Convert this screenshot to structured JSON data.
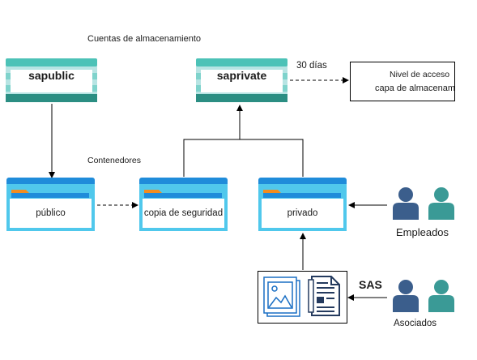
{
  "title": "Cuentas de almacenamiento",
  "containers_heading": "Contenedores",
  "storage_accounts": [
    {
      "name": "sapublic"
    },
    {
      "name": "saprivate"
    }
  ],
  "retention_label": "30 días",
  "access_tier": {
    "line1": "Nivel de acceso",
    "line2": "capa de almacenamiento"
  },
  "containers": [
    {
      "name": "público"
    },
    {
      "name": "copia de seguridad"
    },
    {
      "name": "privado"
    }
  ],
  "employees_label": "Empleados",
  "associates_label": "Asociados",
  "sas_label": "SAS",
  "colors": {
    "storage_light": "#b7e4e3",
    "storage_mid": "#4cc2b7",
    "storage_dark": "#2b8e83",
    "container_blue": "#1f8cda",
    "container_light": "#50c8ec",
    "folder_orange": "#f28d1f",
    "person_blue": "#3b5e8c",
    "person_teal": "#3a9a96",
    "doc_blue": "#1a6fc4",
    "doc_navy": "#243a5e"
  },
  "icons": [
    "storage-account-icon",
    "container-icon",
    "person-icon",
    "image-file-icon",
    "document-file-icon"
  ]
}
